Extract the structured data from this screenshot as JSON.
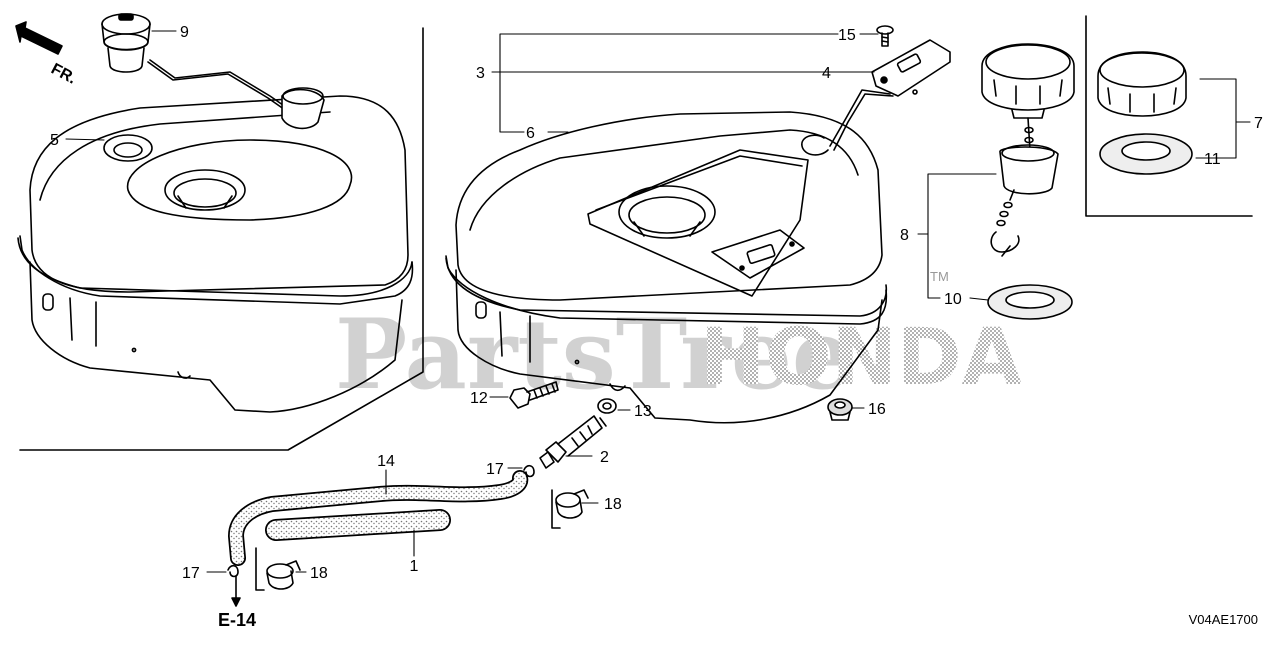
{
  "direction_label": "FR.",
  "section_ref": "E-14",
  "diagram_code": "V04AE1700",
  "watermark": "PartsTree",
  "trademark": "TM",
  "brand_watermark": "HONDA",
  "callouts": [
    "1",
    "2",
    "3",
    "4",
    "5",
    "6",
    "7",
    "8",
    "9",
    "10",
    "11",
    "12",
    "13",
    "14",
    "15",
    "16",
    "17",
    "17",
    "18",
    "18"
  ],
  "colors": {
    "line": "#000000",
    "watermark": "#c9c9c9",
    "hose_fill": "#ededed"
  }
}
